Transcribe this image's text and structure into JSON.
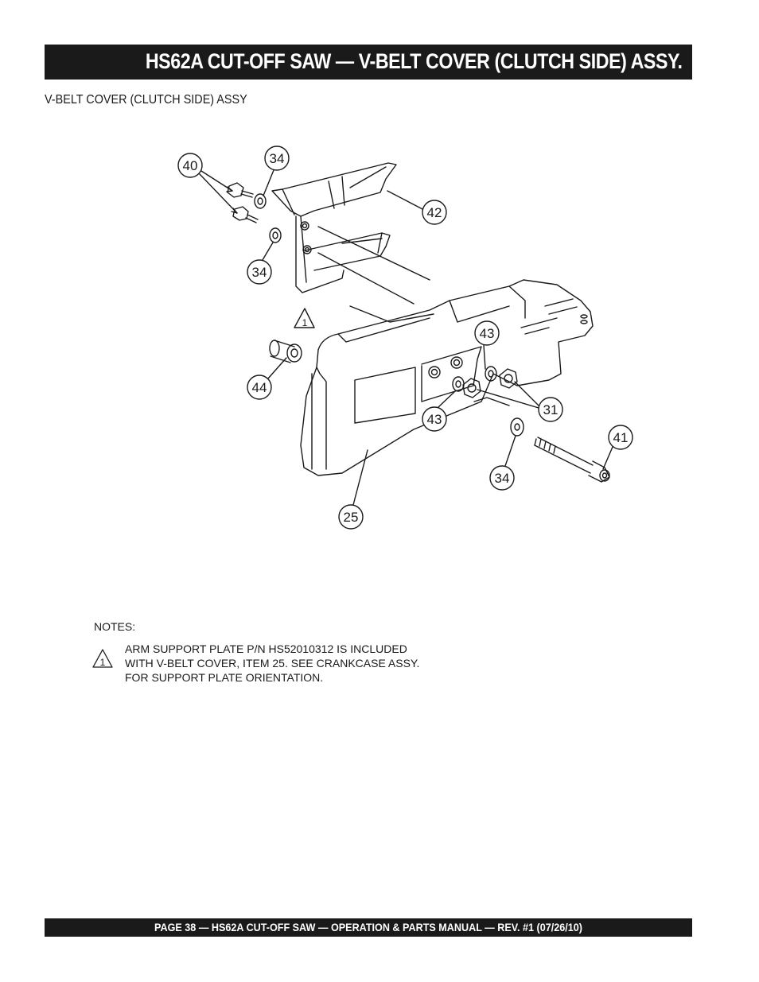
{
  "header": {
    "title": "HS62A CUT-OFF SAW — V-BELT COVER (CLUTCH SIDE) ASSY."
  },
  "subtitle": "V-BELT COVER (CLUTCH SIDE) ASSY",
  "diagram": {
    "callouts": [
      {
        "key": "40",
        "label": "40"
      },
      {
        "key": "34a",
        "label": "34"
      },
      {
        "key": "42",
        "label": "42"
      },
      {
        "key": "34b",
        "label": "34"
      },
      {
        "key": "43a",
        "label": "43"
      },
      {
        "key": "44",
        "label": "44"
      },
      {
        "key": "31",
        "label": "31"
      },
      {
        "key": "43b",
        "label": "43"
      },
      {
        "key": "41",
        "label": "41"
      },
      {
        "key": "34c",
        "label": "34"
      },
      {
        "key": "25",
        "label": "25"
      }
    ],
    "warning_marker": "1"
  },
  "notes": {
    "heading": "NOTES:",
    "marker": "1",
    "lines": [
      "ARM SUPPORT PLATE P/N HS52010312 IS INCLUDED",
      "WITH V-BELT COVER, ITEM 25. SEE CRANKCASE ASSY.",
      "FOR SUPPORT PLATE ORIENTATION."
    ]
  },
  "footer": {
    "text": "PAGE 38 — HS62A CUT-OFF SAW  — OPERATION & PARTS MANUAL — REV. #1 (07/26/10)"
  }
}
